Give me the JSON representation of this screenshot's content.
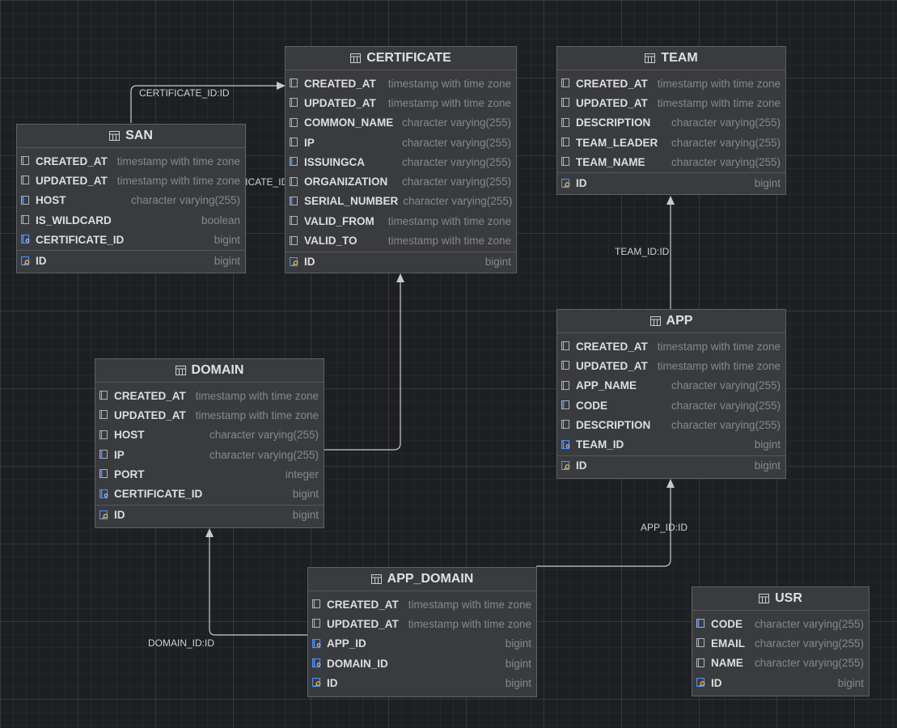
{
  "diagram": {
    "tables": [
      {
        "id": "certificate",
        "name": "CERTIFICATE",
        "columns": [
          {
            "name": "CREATED_AT",
            "type": "timestamp with time zone",
            "kind": "plain"
          },
          {
            "name": "UPDATED_AT",
            "type": "timestamp with time zone",
            "kind": "plain"
          },
          {
            "name": "COMMON_NAME",
            "type": "character varying(255)",
            "kind": "plain"
          },
          {
            "name": "IP",
            "type": "character varying(255)",
            "kind": "plain"
          },
          {
            "name": "ISSUINGCA",
            "type": "character varying(255)",
            "kind": "indexed"
          },
          {
            "name": "ORGANIZATION",
            "type": "character varying(255)",
            "kind": "plain"
          },
          {
            "name": "SERIAL_NUMBER",
            "type": "character varying(255)",
            "kind": "indexed"
          },
          {
            "name": "VALID_FROM",
            "type": "timestamp with time zone",
            "kind": "plain"
          },
          {
            "name": "VALID_TO",
            "type": "timestamp with time zone",
            "kind": "plain"
          }
        ],
        "pk": [
          {
            "name": "ID",
            "type": "bigint",
            "kind": "pk"
          }
        ]
      },
      {
        "id": "team",
        "name": "TEAM",
        "columns": [
          {
            "name": "CREATED_AT",
            "type": "timestamp with time zone",
            "kind": "plain"
          },
          {
            "name": "UPDATED_AT",
            "type": "timestamp with time zone",
            "kind": "plain"
          },
          {
            "name": "DESCRIPTION",
            "type": "character varying(255)",
            "kind": "plain"
          },
          {
            "name": "TEAM_LEADER",
            "type": "character varying(255)",
            "kind": "plain"
          },
          {
            "name": "TEAM_NAME",
            "type": "character varying(255)",
            "kind": "plain"
          }
        ],
        "pk": [
          {
            "name": "ID",
            "type": "bigint",
            "kind": "pk"
          }
        ]
      },
      {
        "id": "san",
        "name": "SAN",
        "columns": [
          {
            "name": "CREATED_AT",
            "type": "timestamp with time zone",
            "kind": "plain"
          },
          {
            "name": "UPDATED_AT",
            "type": "timestamp with time zone",
            "kind": "plain"
          },
          {
            "name": "HOST",
            "type": "character varying(255)",
            "kind": "indexed"
          },
          {
            "name": "IS_WILDCARD",
            "type": "boolean",
            "kind": "plain"
          },
          {
            "name": "CERTIFICATE_ID",
            "type": "bigint",
            "kind": "fk"
          }
        ],
        "pk": [
          {
            "name": "ID",
            "type": "bigint",
            "kind": "pk"
          }
        ]
      },
      {
        "id": "app",
        "name": "APP",
        "columns": [
          {
            "name": "CREATED_AT",
            "type": "timestamp with time zone",
            "kind": "plain"
          },
          {
            "name": "UPDATED_AT",
            "type": "timestamp with time zone",
            "kind": "plain"
          },
          {
            "name": "APP_NAME",
            "type": "character varying(255)",
            "kind": "plain"
          },
          {
            "name": "CODE",
            "type": "character varying(255)",
            "kind": "indexed"
          },
          {
            "name": "DESCRIPTION",
            "type": "character varying(255)",
            "kind": "plain"
          },
          {
            "name": "TEAM_ID",
            "type": "bigint",
            "kind": "fk"
          }
        ],
        "pk": [
          {
            "name": "ID",
            "type": "bigint",
            "kind": "pk"
          }
        ]
      },
      {
        "id": "domain",
        "name": "DOMAIN",
        "columns": [
          {
            "name": "CREATED_AT",
            "type": "timestamp with time zone",
            "kind": "plain"
          },
          {
            "name": "UPDATED_AT",
            "type": "timestamp with time zone",
            "kind": "plain"
          },
          {
            "name": "HOST",
            "type": "character varying(255)",
            "kind": "plain"
          },
          {
            "name": "IP",
            "type": "character varying(255)",
            "kind": "indexed"
          },
          {
            "name": "PORT",
            "type": "integer",
            "kind": "indexed"
          },
          {
            "name": "CERTIFICATE_ID",
            "type": "bigint",
            "kind": "fk"
          }
        ],
        "pk": [
          {
            "name": "ID",
            "type": "bigint",
            "kind": "pk"
          }
        ]
      },
      {
        "id": "app_domain",
        "name": "APP_DOMAIN",
        "columns": [
          {
            "name": "CREATED_AT",
            "type": "timestamp with time zone",
            "kind": "plain"
          },
          {
            "name": "UPDATED_AT",
            "type": "timestamp with time zone",
            "kind": "plain"
          },
          {
            "name": "APP_ID",
            "type": "bigint",
            "kind": "fk"
          },
          {
            "name": "DOMAIN_ID",
            "type": "bigint",
            "kind": "fk"
          },
          {
            "name": "ID",
            "type": "bigint",
            "kind": "pk"
          }
        ],
        "pk": []
      },
      {
        "id": "usr",
        "name": "USR",
        "columns": [
          {
            "name": "CODE",
            "type": "character varying(255)",
            "kind": "indexed"
          },
          {
            "name": "EMAIL",
            "type": "character varying(255)",
            "kind": "plain"
          },
          {
            "name": "NAME",
            "type": "character varying(255)",
            "kind": "plain"
          },
          {
            "name": "ID",
            "type": "bigint",
            "kind": "pk"
          }
        ],
        "pk": []
      }
    ],
    "relations": [
      {
        "id": "san-cert-top",
        "label": "CERTIFICATE_ID:ID"
      },
      {
        "id": "san-cert-mid",
        "label": "CERTIFICATE_ID:ID"
      },
      {
        "id": "app-team",
        "label": "TEAM_ID:ID"
      },
      {
        "id": "appdomain-app",
        "label": "APP_ID:ID"
      },
      {
        "id": "appdomain-domain",
        "label": "DOMAIN_ID:ID"
      }
    ],
    "colors": {
      "background": "#1e1f22",
      "table_fill": "#3a3b3e",
      "table_border": "#5f6166",
      "connector": "#c8cacf",
      "icon_blue": "#4d8eff",
      "icon_key": "#e6b64a"
    }
  }
}
